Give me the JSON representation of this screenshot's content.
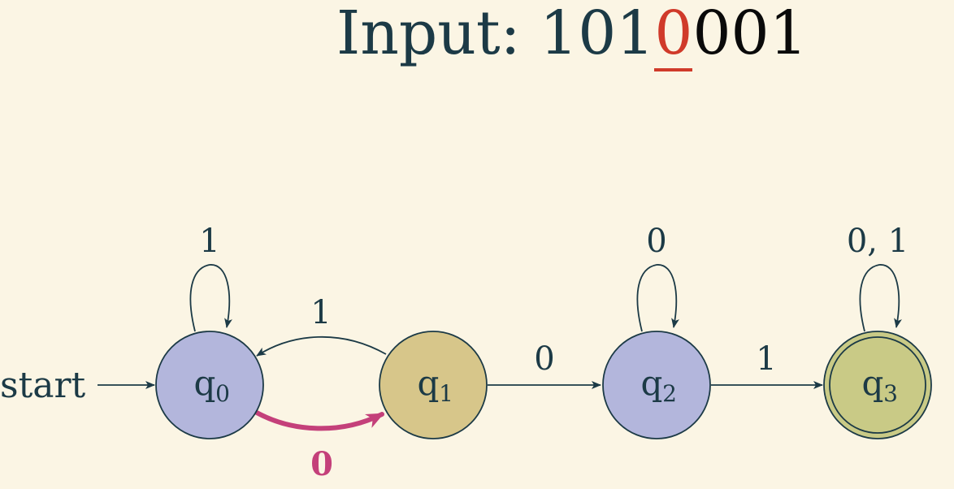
{
  "title": {
    "prefix": "Input: ",
    "consumed": "101",
    "current": "0",
    "remaining": "001"
  },
  "start_label": "start",
  "colors": {
    "background": "#fbf5e4",
    "ink": "#1c3a46",
    "state_blue": "#b3b6dc",
    "state_gold": "#d7c68a",
    "state_green": "#c9ca86",
    "active_transition": "#c4407a",
    "current_symbol": "#d03a2a"
  },
  "states": [
    {
      "id": "q0",
      "name": "q",
      "sub": "0",
      "accepting": false,
      "fill": "state_blue"
    },
    {
      "id": "q1",
      "name": "q",
      "sub": "1",
      "accepting": false,
      "fill": "state_gold"
    },
    {
      "id": "q2",
      "name": "q",
      "sub": "2",
      "accepting": false,
      "fill": "state_blue"
    },
    {
      "id": "q3",
      "name": "q",
      "sub": "3",
      "accepting": true,
      "fill": "state_green"
    }
  ],
  "transitions": [
    {
      "from": "q0",
      "to": "q0",
      "label": "1",
      "active": false
    },
    {
      "from": "q1",
      "to": "q0",
      "label": "1",
      "active": false
    },
    {
      "from": "q0",
      "to": "q1",
      "label": "0",
      "active": true
    },
    {
      "from": "q1",
      "to": "q2",
      "label": "0",
      "active": false
    },
    {
      "from": "q2",
      "to": "q2",
      "label": "0",
      "active": false
    },
    {
      "from": "q2",
      "to": "q3",
      "label": "1",
      "active": false
    },
    {
      "from": "q3",
      "to": "q3",
      "label": "0, 1",
      "active": false
    }
  ]
}
